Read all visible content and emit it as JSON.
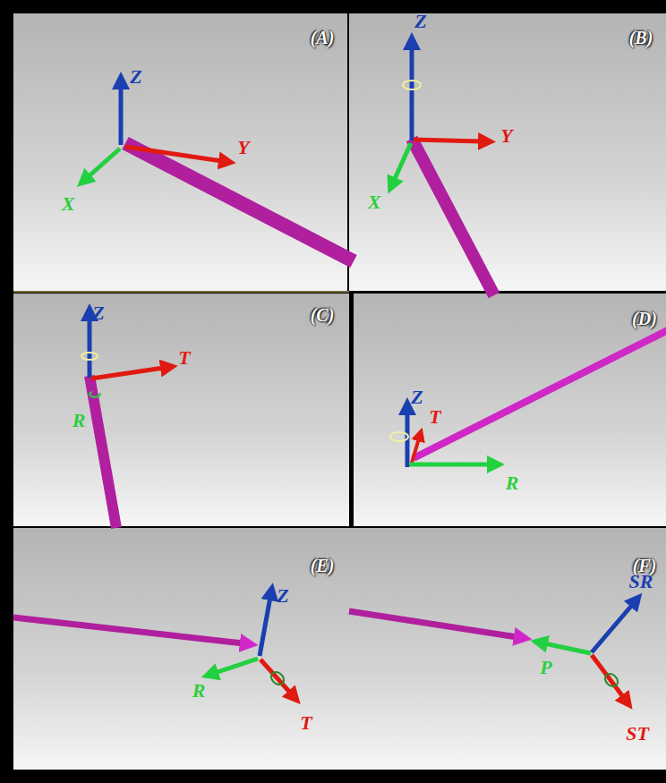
{
  "diagram": {
    "labels": [
      "(A)",
      "Z",
      "Y",
      "X",
      "(B)",
      "Z",
      "Y",
      "X",
      "(C)",
      "Z",
      "T",
      "R",
      "(D)",
      "Z",
      "T",
      "R",
      "(E)",
      "Z",
      "R",
      "T",
      "(F)",
      "SR",
      "P",
      "ST"
    ]
  }
}
